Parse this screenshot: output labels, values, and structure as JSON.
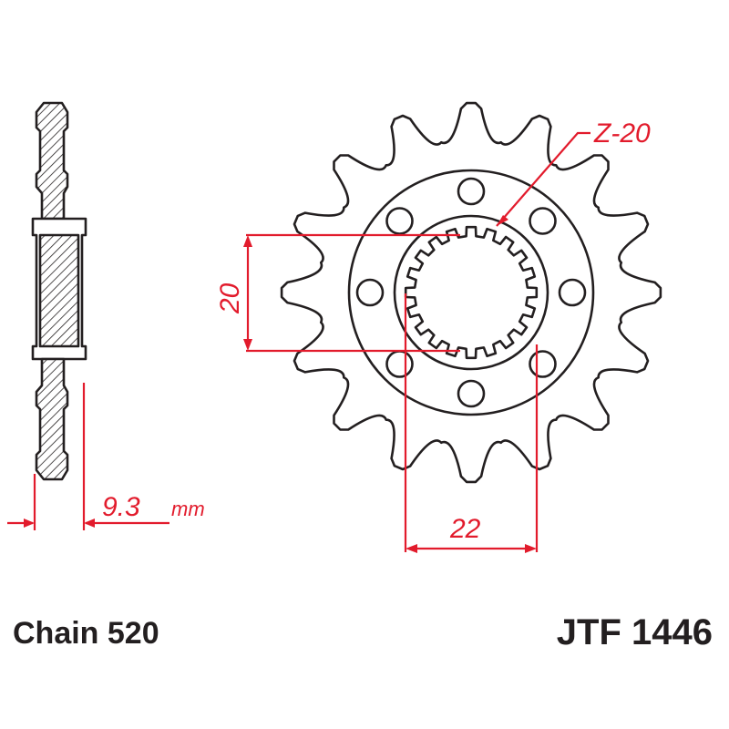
{
  "labels": {
    "chain": "Chain 520",
    "part_number": "JTF 1446",
    "teeth_callout": "Z-20",
    "thickness_value": "9.3",
    "thickness_unit": "mm",
    "spline_dim": "20",
    "bore_dim": "22"
  },
  "sprocket": {
    "teeth": 16,
    "mounting_holes": 8,
    "spline_teeth": 20
  },
  "colors": {
    "outline": "#231f20",
    "dimension": "#e21b2c",
    "background": "#ffffff"
  }
}
